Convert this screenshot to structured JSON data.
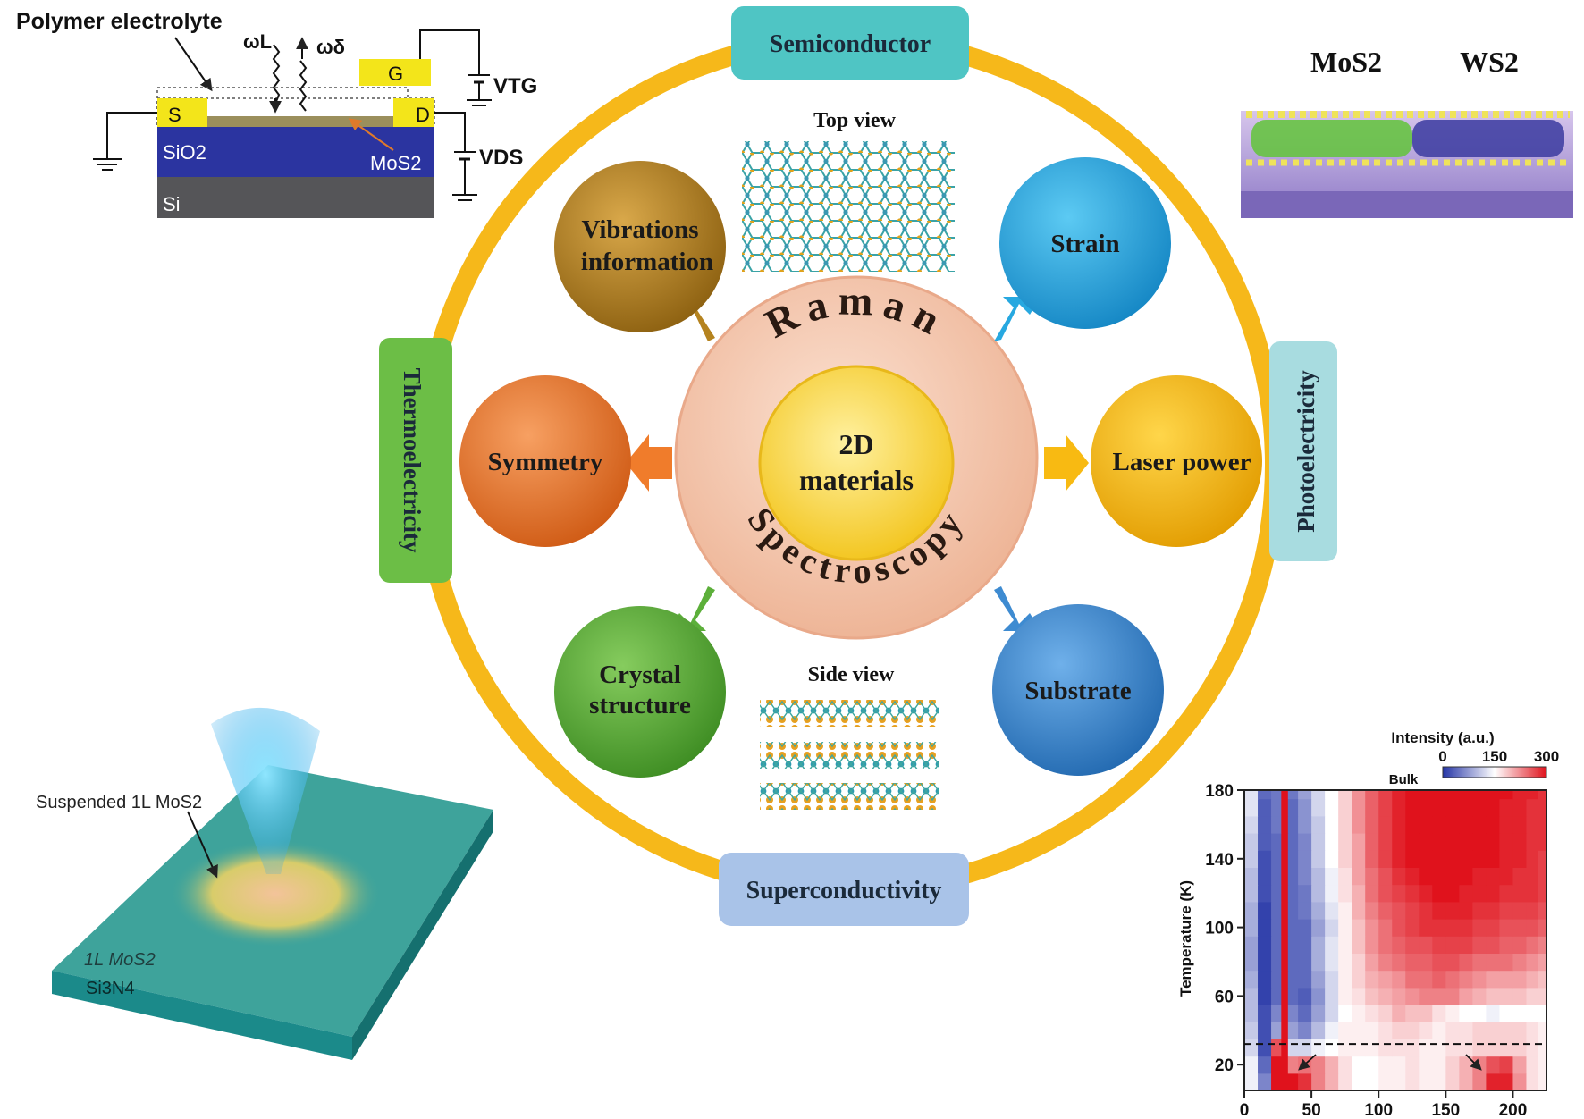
{
  "ring_labels": {
    "top": "Semiconductor",
    "left": "Thermoelectricity",
    "right": "Photoelectricity",
    "bottom": "Superconductivity"
  },
  "center": {
    "arc_top": "Raman",
    "arc_bottom": "Spectroscopy",
    "line1": "2D",
    "line2": "materials"
  },
  "nodes": {
    "vibrations": [
      "Vibrations",
      "information"
    ],
    "strain": "Strain",
    "symmetry": "Symmetry",
    "laser_power": "Laser power",
    "crystal": [
      "Crystal",
      "structure"
    ],
    "substrate": "Substrate"
  },
  "structure_views": {
    "top": "Top view",
    "side": "Side view"
  },
  "device_panel": {
    "title": "Polymer electrolyte",
    "omega_l": "ωL",
    "omega_d": "ωδ",
    "gate": "G",
    "source": "S",
    "drain": "D",
    "vtg": "VTG",
    "vds": "VDS",
    "sio2": "SiO2",
    "si": "Si",
    "mos2": "MoS2"
  },
  "heterostructure_panel": {
    "left": "MoS2",
    "right": "WS2"
  },
  "suspended_panel": {
    "label": "Suspended 1L MoS2",
    "layer": "1L MoS2",
    "substrate": "Si3N4"
  },
  "colors": {
    "ring": "#f6b81a",
    "semiconductor": "#4fc5c4",
    "thermoelectricity": "#6cbe46",
    "photoelectricity": "#a8dce0",
    "superconductivity": "#a9c3e8",
    "center_ring": "#f3c5ad",
    "center_core": "#f8d43a",
    "vibrations": "#b5831f",
    "strain": "#27a8e0",
    "symmetry": "#f07c2b",
    "laser_power": "#f8ba12",
    "crystal": "#5caf3a",
    "substrate": "#3e8bd1"
  },
  "chart_data": {
    "type": "heatmap",
    "title": "Bulk",
    "xlabel": "",
    "ylabel": "Temperature (K)",
    "x_ticks": [
      0,
      50,
      100,
      150,
      200
    ],
    "y_ticks": [
      20,
      60,
      100,
      140,
      180
    ],
    "xlim": [
      0,
      225
    ],
    "ylim": [
      5,
      180
    ],
    "colorbar": {
      "label": "Intensity (a.u.)",
      "ticks": [
        0,
        150,
        300
      ],
      "range": [
        0,
        300
      ]
    },
    "dashed_line_y": 32,
    "rows_temperature": [
      10,
      20,
      30,
      40,
      50,
      60,
      70,
      80,
      90,
      100,
      110,
      120,
      130,
      140,
      150,
      160,
      170,
      180
    ],
    "columns_x": [
      5,
      15,
      25,
      30,
      35,
      45,
      55,
      65,
      75,
      85,
      95,
      105,
      115,
      125,
      135,
      145,
      155,
      165,
      175,
      185,
      195,
      205,
      215,
      222
    ],
    "intensity": [
      [
        140,
        60,
        300,
        300,
        300,
        280,
        230,
        200,
        170,
        150,
        150,
        160,
        160,
        170,
        160,
        160,
        180,
        200,
        230,
        290,
        290,
        220,
        170,
        160
      ],
      [
        140,
        40,
        300,
        300,
        230,
        240,
        230,
        200,
        170,
        150,
        150,
        160,
        160,
        170,
        160,
        160,
        180,
        200,
        230,
        260,
        270,
        210,
        170,
        160
      ],
      [
        120,
        20,
        260,
        300,
        120,
        120,
        140,
        150,
        160,
        160,
        160,
        170,
        170,
        170,
        160,
        160,
        170,
        170,
        180,
        180,
        180,
        180,
        170,
        160
      ],
      [
        110,
        20,
        80,
        300,
        80,
        60,
        100,
        140,
        160,
        160,
        160,
        170,
        180,
        180,
        170,
        160,
        170,
        170,
        180,
        180,
        180,
        180,
        170,
        160
      ],
      [
        100,
        20,
        60,
        300,
        60,
        40,
        80,
        120,
        150,
        160,
        170,
        180,
        200,
        190,
        190,
        170,
        160,
        150,
        150,
        140,
        150,
        150,
        150,
        150
      ],
      [
        100,
        10,
        40,
        300,
        40,
        30,
        70,
        120,
        160,
        170,
        190,
        200,
        210,
        220,
        230,
        230,
        230,
        210,
        200,
        190,
        190,
        190,
        180,
        180
      ],
      [
        90,
        10,
        40,
        300,
        40,
        40,
        80,
        120,
        160,
        180,
        200,
        210,
        220,
        240,
        240,
        250,
        240,
        230,
        220,
        210,
        210,
        210,
        200,
        190
      ],
      [
        80,
        10,
        40,
        300,
        40,
        40,
        90,
        130,
        160,
        180,
        210,
        230,
        240,
        250,
        250,
        260,
        260,
        250,
        240,
        240,
        240,
        230,
        220,
        210
      ],
      [
        80,
        10,
        40,
        300,
        40,
        40,
        90,
        130,
        160,
        190,
        220,
        240,
        250,
        260,
        260,
        270,
        270,
        270,
        260,
        260,
        250,
        250,
        240,
        230
      ],
      [
        90,
        10,
        40,
        300,
        40,
        40,
        80,
        120,
        160,
        190,
        220,
        240,
        260,
        270,
        280,
        280,
        280,
        280,
        270,
        270,
        260,
        260,
        260,
        250
      ],
      [
        90,
        10,
        40,
        300,
        40,
        50,
        90,
        130,
        160,
        200,
        230,
        250,
        260,
        270,
        280,
        290,
        290,
        290,
        280,
        280,
        270,
        270,
        270,
        260
      ],
      [
        100,
        20,
        40,
        300,
        40,
        50,
        100,
        140,
        170,
        200,
        240,
        260,
        270,
        280,
        290,
        300,
        300,
        290,
        290,
        290,
        280,
        280,
        280,
        270
      ],
      [
        100,
        20,
        40,
        300,
        40,
        60,
        100,
        140,
        170,
        210,
        240,
        260,
        280,
        290,
        300,
        300,
        300,
        300,
        290,
        290,
        290,
        280,
        280,
        270
      ],
      [
        110,
        20,
        40,
        300,
        40,
        60,
        110,
        150,
        180,
        210,
        250,
        270,
        290,
        300,
        300,
        300,
        300,
        300,
        300,
        300,
        290,
        290,
        280,
        270
      ],
      [
        110,
        30,
        40,
        300,
        40,
        60,
        110,
        150,
        180,
        210,
        250,
        270,
        290,
        300,
        300,
        300,
        300,
        300,
        300,
        300,
        290,
        290,
        280,
        280
      ],
      [
        120,
        30,
        50,
        300,
        40,
        70,
        110,
        150,
        180,
        220,
        250,
        270,
        290,
        300,
        300,
        300,
        300,
        300,
        300,
        300,
        290,
        290,
        280,
        280
      ],
      [
        130,
        30,
        50,
        300,
        40,
        70,
        120,
        150,
        180,
        220,
        250,
        270,
        290,
        300,
        300,
        300,
        300,
        300,
        300,
        300,
        290,
        290,
        280,
        280
      ],
      [
        130,
        40,
        50,
        300,
        50,
        80,
        120,
        150,
        180,
        220,
        250,
        270,
        290,
        300,
        300,
        300,
        300,
        300,
        300,
        300,
        300,
        290,
        290,
        280
      ]
    ]
  }
}
